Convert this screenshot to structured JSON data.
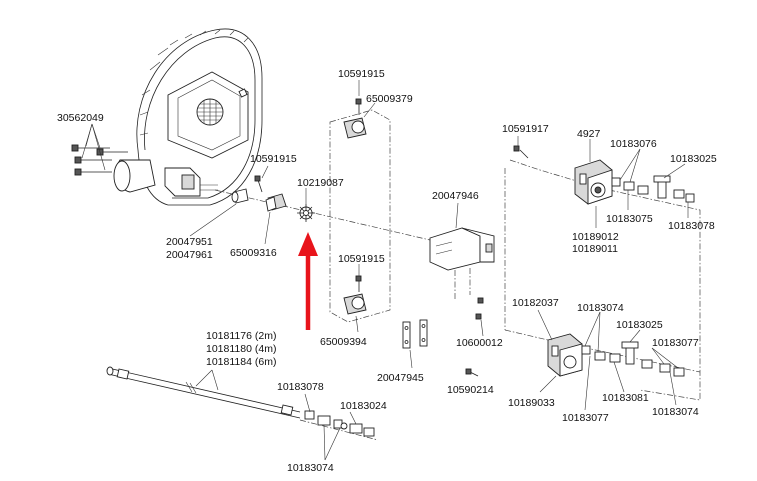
{
  "labels": {
    "p30562049": "30562049",
    "p10591915_top": "10591915",
    "p65009379": "65009379",
    "p10591915_left": "10591915",
    "p10219087": "10219087",
    "p65009316": "65009316",
    "p20047951": "20047951",
    "p20047961": "20047961",
    "p10591915_mid": "10591915",
    "p65009394": "65009394",
    "p20047946": "20047946",
    "p20047945": "20047945",
    "p10600012": "10600012",
    "p10590214": "10590214",
    "p10591917": "10591917",
    "p4927": "4927",
    "p10183076": "10183076",
    "p10183025_top": "10183025",
    "p10183075": "10183075",
    "p10183078_right": "10183078",
    "p10189012": "10189012",
    "p10189011": "10189011",
    "p10182037": "10182037",
    "p10183074_mid": "10183074",
    "p10183025_mid": "10183025",
    "p10183077_right": "10183077",
    "p10189033": "10189033",
    "p10183077_low": "10183077",
    "p10183081": "10183081",
    "p10183074_low": "10183074",
    "p10181176": "10181176 (2m)",
    "p10181180": "10181180 (4m)",
    "p10181184": "10181184 (6m)",
    "p10183078_low": "10183078",
    "p10183024": "10183024",
    "p10183074_bottom": "10183074"
  },
  "colors": {
    "line": "#222222",
    "highlight_arrow": "#e8141b"
  },
  "icons": {
    "pointer": "red-up-arrow-icon"
  }
}
